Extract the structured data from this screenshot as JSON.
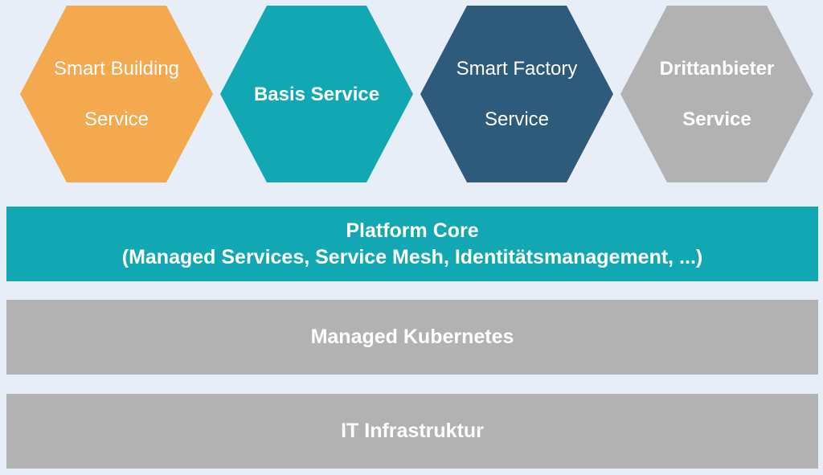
{
  "services": [
    {
      "line1": "Smart Building",
      "line2": "Service",
      "color": "#f4a94e",
      "bold": false
    },
    {
      "line1": "Basis Service",
      "line2": "",
      "color": "#11a8b3",
      "bold": true
    },
    {
      "line1": "Smart Factory",
      "line2": "Service",
      "color": "#2e5a7c",
      "bold": false
    },
    {
      "line1": "Drittanbieter",
      "line2": "Service",
      "color": "#b2b2b2",
      "bold": true
    }
  ],
  "layers": {
    "platform_core": {
      "title": "Platform Core",
      "subtitle": "(Managed Services, Service Mesh, Identitätsmanagement, ...)",
      "color": "#11a8b3"
    },
    "kubernetes": {
      "title": "Managed Kubernetes",
      "color": "#b2b2b2"
    },
    "infrastructure": {
      "title": "IT Infrastruktur",
      "color": "#b2b2b2"
    }
  }
}
